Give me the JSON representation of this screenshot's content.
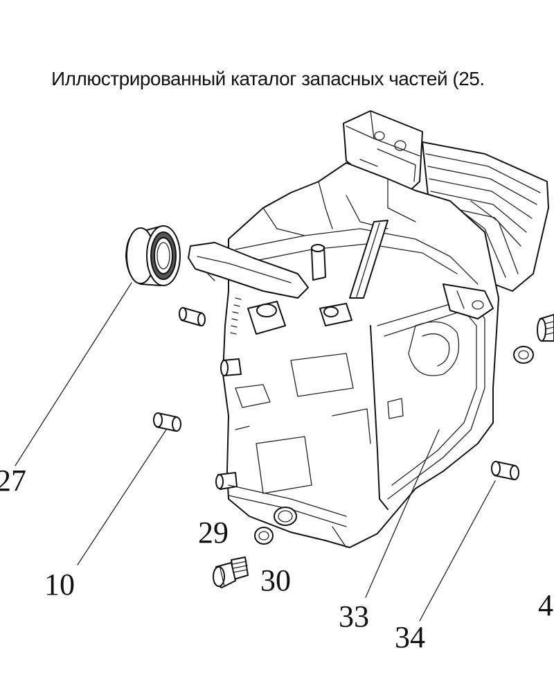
{
  "page": {
    "title": "Иллюстрированный каталог запасных частей (25."
  },
  "callouts": [
    {
      "id": "27",
      "label": "27"
    },
    {
      "id": "10",
      "label": "10"
    },
    {
      "id": "29",
      "label": "29"
    },
    {
      "id": "30",
      "label": "30"
    },
    {
      "id": "33",
      "label": "33"
    },
    {
      "id": "34",
      "label": "34"
    },
    {
      "id": "4x",
      "label": "4"
    }
  ],
  "parts": [
    {
      "id": "bearing",
      "callout": "27"
    },
    {
      "id": "dowel-pin-left",
      "callout": "10"
    },
    {
      "id": "drain-bolt",
      "callout": "29"
    },
    {
      "id": "washer",
      "callout": "30"
    },
    {
      "id": "crankcase",
      "callout": "33"
    },
    {
      "id": "dowel-pin-right",
      "callout": "34"
    }
  ]
}
